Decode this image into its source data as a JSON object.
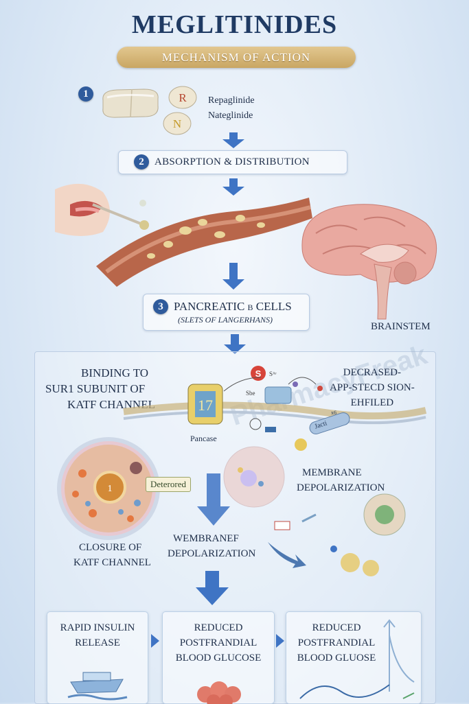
{
  "header": {
    "title": "MEGLITINIDES",
    "subtitle": "MECHANISM OF ACTION"
  },
  "step1": {
    "number": "1",
    "drug_1": "Repaglinide",
    "drug_2": "Nateglinide",
    "pill_letter_1": "R",
    "pill_letter_2": "N"
  },
  "step2": {
    "number": "2",
    "label": "ABSORPTION & DISTRIBUTION"
  },
  "step3": {
    "number": "3",
    "label": "PANCREATIC β CELLS",
    "sublabel": "(SLETS OF LANGERHANS)"
  },
  "brain": {
    "label": "BRAINSTEM"
  },
  "mechanism": {
    "binding_line1": "BINDING TO",
    "binding_line2": "SUR1 SUBUNIT OF",
    "binding_line3": "KATF CHANNEL",
    "decrased_line1": "DECRASED-",
    "decrased_line2": "APP-STECD SION-",
    "decrased_line3": "EHFILED",
    "channel_glyph": "17",
    "s_badge": "S",
    "s_badge_text": "Sᴬʳ",
    "sbe_text": "Sbe",
    "pancase": "Pancase",
    "jacti": "Jacti",
    "x6": "x6",
    "deterored": "Deterored",
    "cell_number": "1",
    "membrane_line1": "MEMBRANE",
    "membrane_line2": "DEPOLARIZATION",
    "closure_line1": "CLOSURE OF",
    "closure_line2": "KATF CHANNEL",
    "wembranef_line1": "WEMBRANEF",
    "wembranef_line2": "DEPOLARIZATION",
    "watermark": "PharmacyFreak"
  },
  "outcomes": [
    {
      "line1": "RAPID INSULIN",
      "line2": "RELEASE"
    },
    {
      "line1": "REDUCED",
      "line2": "POSTFRANDIAL",
      "line3": "BLOOD GLUCOSE"
    },
    {
      "line1": "REDUCED",
      "line2": "POSTFRANDIAL",
      "line3": "BLOOD GLUOSE"
    }
  ],
  "colors": {
    "title": "#1f3a63",
    "banner": "#c9a663",
    "step_number": "#2f5b9c",
    "arrow": "#3f74c4",
    "vessel": "#b8664a",
    "brain": "#e9a9a0"
  }
}
